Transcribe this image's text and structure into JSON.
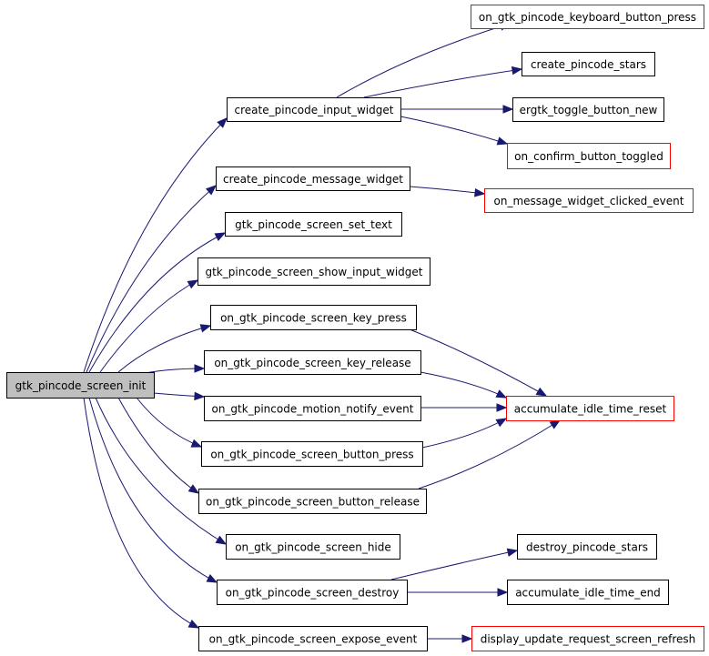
{
  "colors": {
    "edge": "#191970",
    "root_fill": "#bfbfbf",
    "node_fill": "#ffffff",
    "normal_border": "#000000",
    "truncated_border": "#ff0000"
  },
  "nodes": [
    {
      "id": "root",
      "label": "gtk_pincode_screen_init",
      "style": "root"
    },
    {
      "id": "n_input",
      "label": "create_pincode_input_widget",
      "style": "normal"
    },
    {
      "id": "n_msg",
      "label": "create_pincode_message_widget",
      "style": "normal"
    },
    {
      "id": "n_settext",
      "label": "gtk_pincode_screen_set_text",
      "style": "normal"
    },
    {
      "id": "n_showinput",
      "label": "gtk_pincode_screen_show_input_widget",
      "style": "normal"
    },
    {
      "id": "n_keypress",
      "label": "on_gtk_pincode_screen_key_press",
      "style": "normal"
    },
    {
      "id": "n_keyrelease",
      "label": "on_gtk_pincode_screen_key_release",
      "style": "normal"
    },
    {
      "id": "n_motion",
      "label": "on_gtk_pincode_motion_notify_event",
      "style": "normal"
    },
    {
      "id": "n_btnpress",
      "label": "on_gtk_pincode_screen_button_press",
      "style": "normal"
    },
    {
      "id": "n_btnrelease",
      "label": "on_gtk_pincode_screen_button_release",
      "style": "normal"
    },
    {
      "id": "n_hide",
      "label": "on_gtk_pincode_screen_hide",
      "style": "normal"
    },
    {
      "id": "n_destroy",
      "label": "on_gtk_pincode_screen_destroy",
      "style": "normal"
    },
    {
      "id": "n_expose",
      "label": "on_gtk_pincode_screen_expose_event",
      "style": "normal"
    },
    {
      "id": "n_kbpress",
      "label": "on_gtk_pincode_keyboard_button_press",
      "style": "truncated"
    },
    {
      "id": "n_stars",
      "label": "create_pincode_stars",
      "style": "normal"
    },
    {
      "id": "n_toggle",
      "label": "ergtk_toggle_button_new",
      "style": "normal"
    },
    {
      "id": "n_confirm",
      "label": "on_confirm_button_toggled",
      "style": "truncated"
    },
    {
      "id": "n_msgclick",
      "label": "on_message_widget_clicked_event",
      "style": "truncated"
    },
    {
      "id": "n_idlereset",
      "label": "accumulate_idle_time_reset",
      "style": "truncated"
    },
    {
      "id": "n_destroystars",
      "label": "destroy_pincode_stars",
      "style": "normal"
    },
    {
      "id": "n_idleend",
      "label": "accumulate_idle_time_end",
      "style": "normal"
    },
    {
      "id": "n_refresh",
      "label": "display_update_request_screen_refresh",
      "style": "truncated"
    }
  ],
  "edges": [
    {
      "from": "root",
      "to": "n_input"
    },
    {
      "from": "root",
      "to": "n_msg"
    },
    {
      "from": "root",
      "to": "n_settext"
    },
    {
      "from": "root",
      "to": "n_showinput"
    },
    {
      "from": "root",
      "to": "n_keypress"
    },
    {
      "from": "root",
      "to": "n_keyrelease"
    },
    {
      "from": "root",
      "to": "n_motion"
    },
    {
      "from": "root",
      "to": "n_btnpress"
    },
    {
      "from": "root",
      "to": "n_btnrelease"
    },
    {
      "from": "root",
      "to": "n_hide"
    },
    {
      "from": "root",
      "to": "n_destroy"
    },
    {
      "from": "root",
      "to": "n_expose"
    },
    {
      "from": "n_input",
      "to": "n_kbpress"
    },
    {
      "from": "n_input",
      "to": "n_stars"
    },
    {
      "from": "n_input",
      "to": "n_toggle"
    },
    {
      "from": "n_input",
      "to": "n_confirm"
    },
    {
      "from": "n_msg",
      "to": "n_msgclick"
    },
    {
      "from": "n_keypress",
      "to": "n_idlereset"
    },
    {
      "from": "n_keyrelease",
      "to": "n_idlereset"
    },
    {
      "from": "n_motion",
      "to": "n_idlereset"
    },
    {
      "from": "n_btnpress",
      "to": "n_idlereset"
    },
    {
      "from": "n_btnrelease",
      "to": "n_idlereset"
    },
    {
      "from": "n_destroy",
      "to": "n_destroystars"
    },
    {
      "from": "n_destroy",
      "to": "n_idleend"
    },
    {
      "from": "n_expose",
      "to": "n_refresh"
    }
  ]
}
